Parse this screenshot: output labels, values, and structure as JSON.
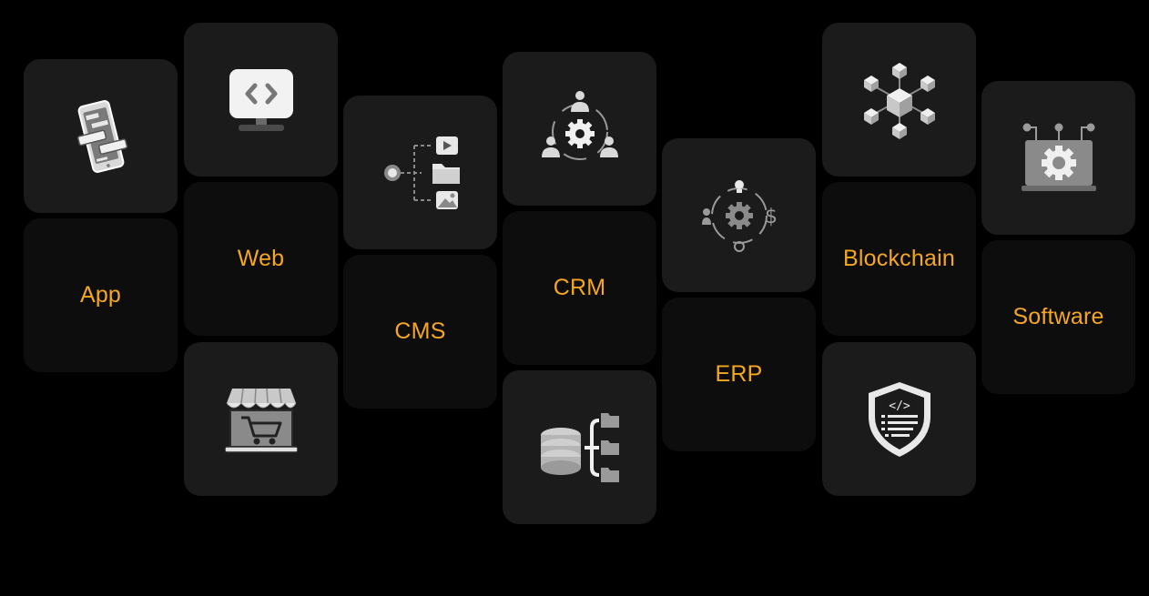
{
  "services": {
    "app": "App",
    "web": "Web",
    "cms": "CMS",
    "crm": "CRM",
    "erp": "ERP",
    "blockchain": "Blockchain",
    "software": "Software"
  },
  "colors": {
    "background": "#000000",
    "icon_tile": "#1b1b1b",
    "label_tile": "#0d0d0d",
    "label_text": "#f5a623",
    "icon_light": "#e8e8e8",
    "icon_mid": "#a8a8a8",
    "icon_dark": "#6a6a6a"
  },
  "icons": {
    "app": "mobile-app-icon",
    "web": "code-monitor-icon",
    "ecommerce": "storefront-cart-icon",
    "cms": "content-tree-icon",
    "crm": "customer-gear-icon",
    "database": "database-hierarchy-icon",
    "erp": "resource-planning-icon",
    "blockchain": "blockchain-cubes-icon",
    "security": "secure-code-shield-icon",
    "software": "software-gear-laptop-icon"
  }
}
